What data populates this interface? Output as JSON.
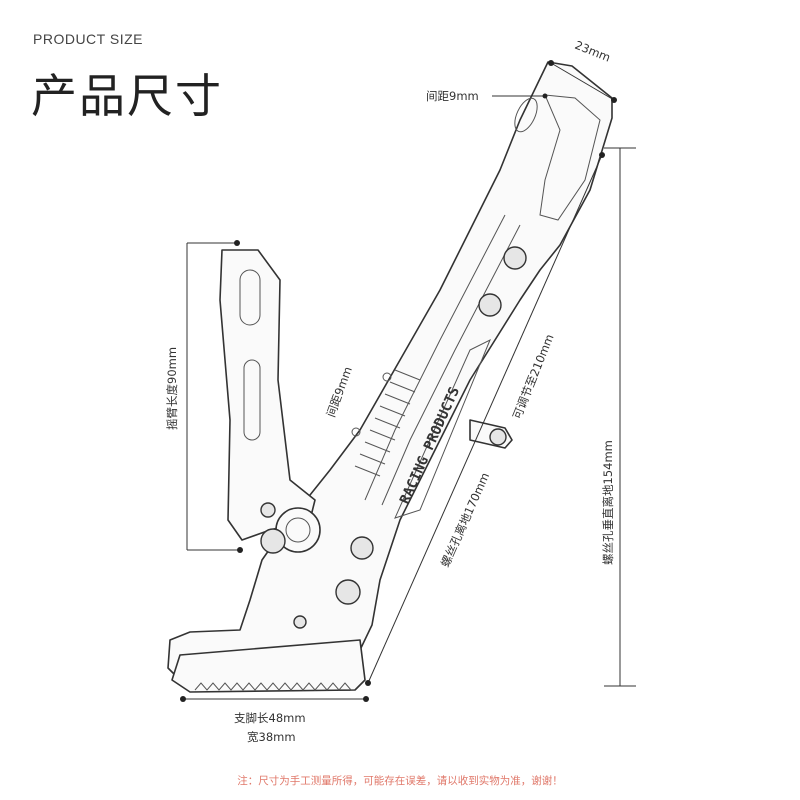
{
  "header": {
    "eyebrow": "PRODUCT SIZE",
    "title": "产品尺寸"
  },
  "dimensions": {
    "width_top": "23mm",
    "gap_top": "间距9mm",
    "arm_length": "摇臂长度90mm",
    "gap_middle": "间距9mm",
    "adjustable": "可调节至210mm",
    "screw_hole_ground": "螺丝孔离地170mm",
    "screw_hole_vertical": "螺丝孔垂直离地154mm",
    "foot_length": "支脚长48mm",
    "foot_width": "宽38mm"
  },
  "brand_text": "RACING PRODUCTS",
  "footer_note": "注：尺寸为手工测量所得，可能存在误差，请以收到实物为准，谢谢！",
  "colors": {
    "accent": "#e0786a",
    "line": "#333333"
  }
}
